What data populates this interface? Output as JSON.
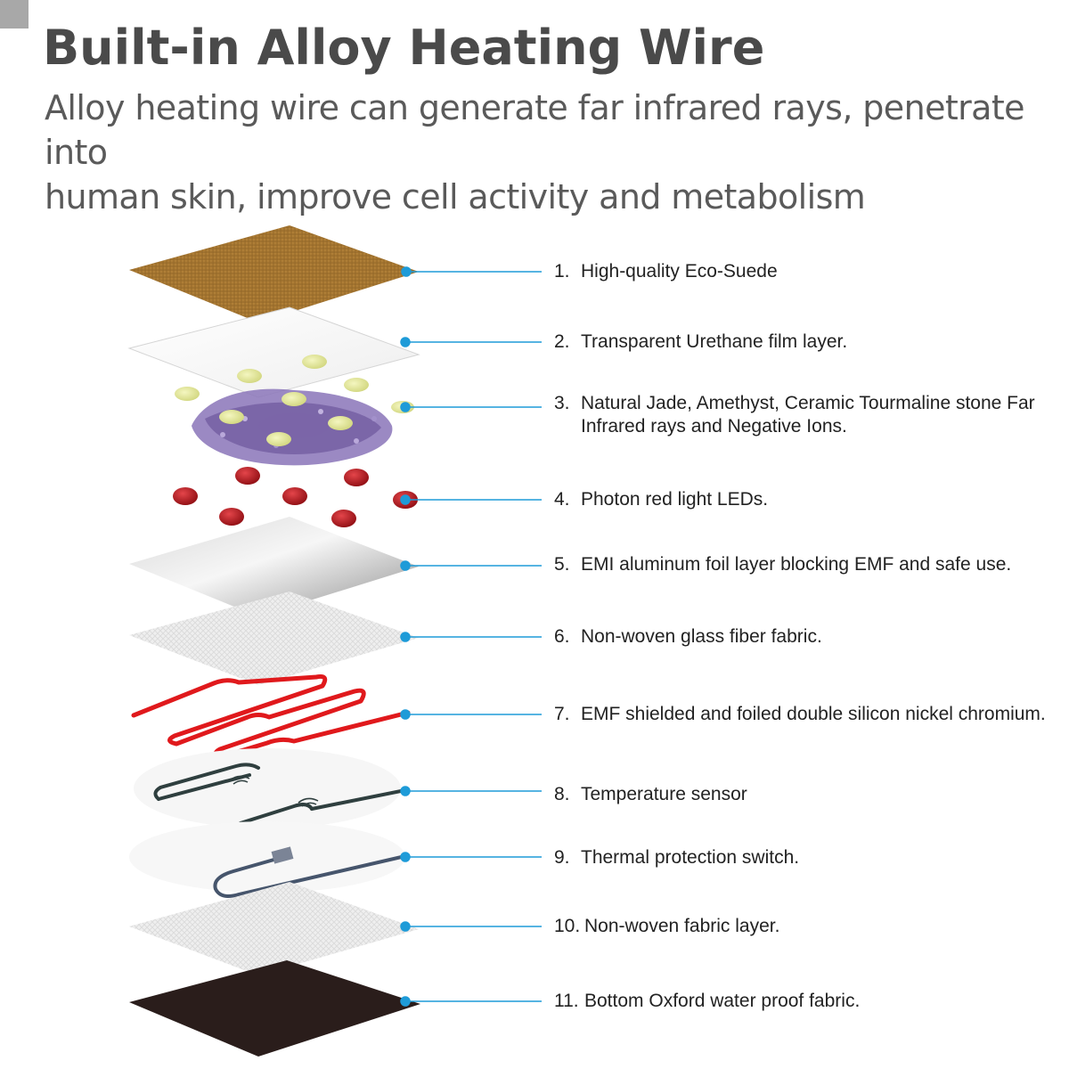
{
  "title": "Built-in Alloy Heating Wire",
  "subtitle": "Alloy heating wire can generate far infrared rays, penetrate into\nhuman skin, improve cell activity and metabolism",
  "colors": {
    "leader_line": "#1e9bd8",
    "suede": "#a8772e",
    "led_red": "#b3141b",
    "heating_wire": "#e0191c",
    "sensor_wire": "#2f3f3f",
    "switch_wire": "#46556c",
    "bottom_fabric": "#2a1d1b"
  },
  "layers": [
    {
      "number": "1.",
      "text": "High-quality Eco-Suede"
    },
    {
      "number": "2.",
      "text": "Transparent Urethane film layer."
    },
    {
      "number": "3.",
      "text": "Natural Jade, Amethyst, Ceramic  Tourmaline stone Far Infrared rays and Negative Ions."
    },
    {
      "number": "4.",
      "text": "Photon red light LEDs."
    },
    {
      "number": "5.",
      "text": "EMI aluminum foil layer blocking EMF and safe use."
    },
    {
      "number": "6.",
      "text": "Non-woven glass fiber fabric."
    },
    {
      "number": "7.",
      "text": "EMF shielded and foiled double silicon nickel chromium."
    },
    {
      "number": "8.",
      "text": "Temperature sensor"
    },
    {
      "number": "9.",
      "text": "Thermal protection switch."
    },
    {
      "number": "10.",
      "text": "Non-woven fabric layer."
    },
    {
      "number": "11.",
      "text": "Bottom Oxford water proof fabric."
    }
  ]
}
